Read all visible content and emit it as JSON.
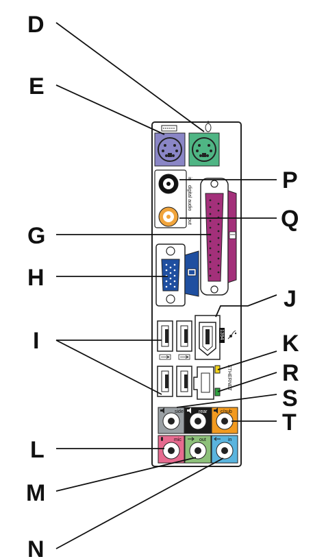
{
  "callouts": [
    {
      "id": "D",
      "letter": "D"
    },
    {
      "id": "E",
      "letter": "E"
    },
    {
      "id": "P",
      "letter": "P"
    },
    {
      "id": "Q",
      "letter": "Q"
    },
    {
      "id": "G",
      "letter": "G"
    },
    {
      "id": "H",
      "letter": "H"
    },
    {
      "id": "J",
      "letter": "J"
    },
    {
      "id": "I",
      "letter": "I"
    },
    {
      "id": "K",
      "letter": "K"
    },
    {
      "id": "R",
      "letter": "R"
    },
    {
      "id": "S",
      "letter": "S"
    },
    {
      "id": "T",
      "letter": "T"
    },
    {
      "id": "L",
      "letter": "L"
    },
    {
      "id": "M",
      "letter": "M"
    },
    {
      "id": "N",
      "letter": "N"
    }
  ],
  "port_labels": {
    "digital_audio": "digital audio",
    "digital_in": "in",
    "digital_out": "out",
    "ethernet": "ETHERNET",
    "firewire": "1394",
    "side": "side",
    "rear": "rear",
    "csub": "c/sub",
    "mic": "mic",
    "out": "out",
    "in": "in"
  },
  "colors": {
    "ps2_keyboard": "#8a86c6",
    "ps2_mouse": "#4fb584",
    "parallel": "#a3307a",
    "vga": "#1f4fa0",
    "coax": "#f0a43c",
    "side": "#9aa0a4",
    "rear": "#1a1a1a",
    "csub": "#f29a1f",
    "mic": "#e66b8f",
    "line_out": "#8dc07a",
    "line_in": "#5ab4de",
    "led_yellow": "#f2d21b",
    "led_green": "#2fa040"
  }
}
